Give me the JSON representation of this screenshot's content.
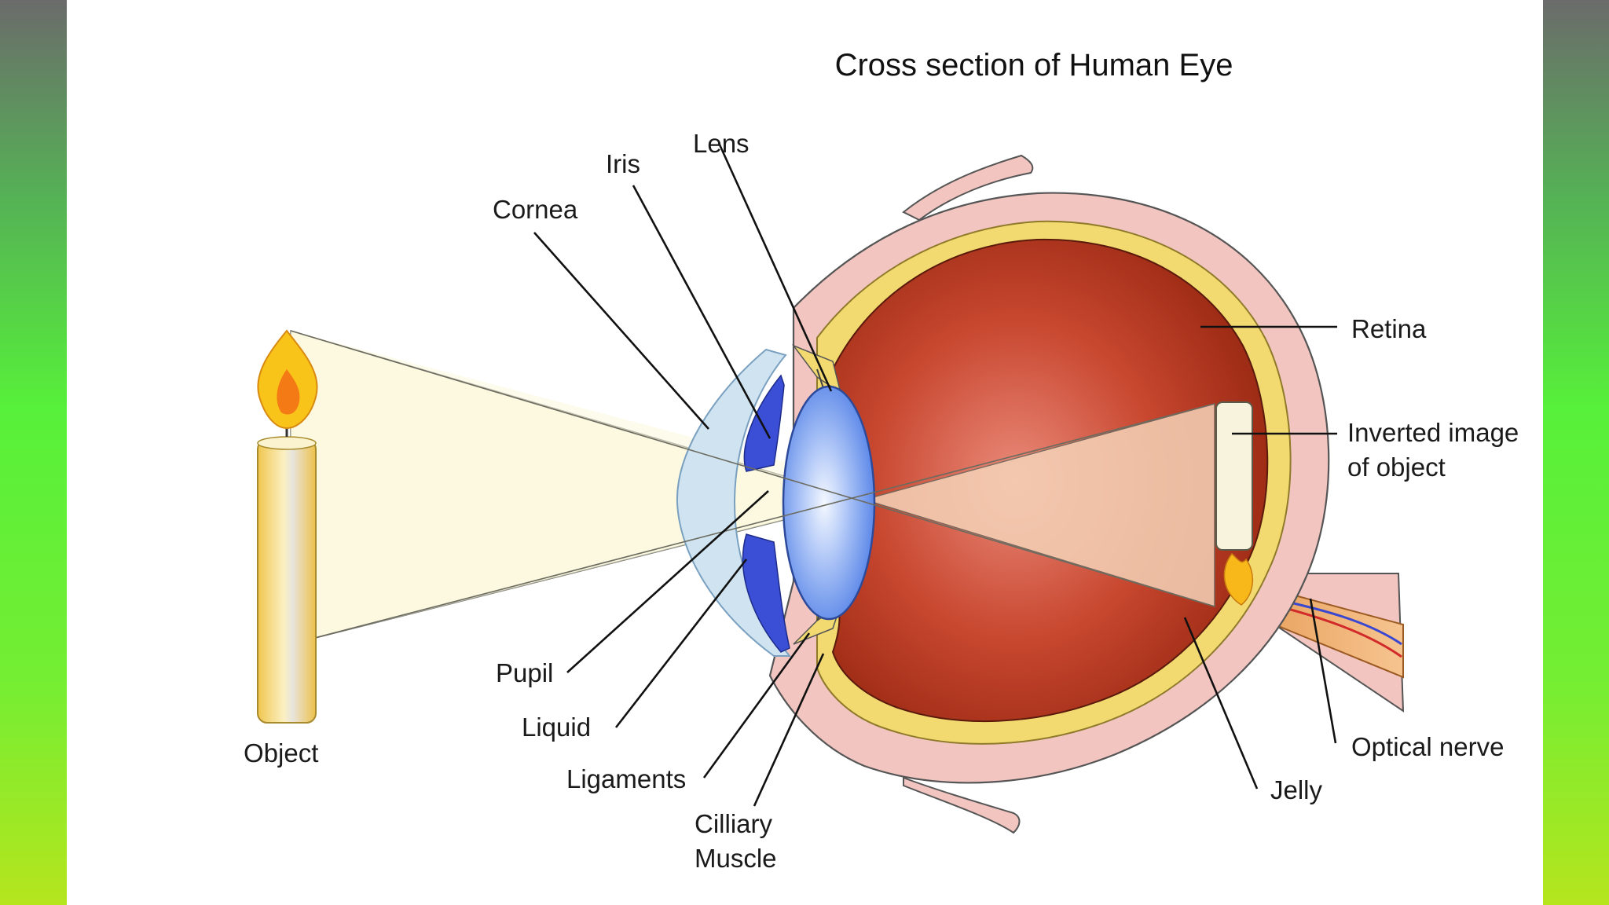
{
  "title": "Cross section of Human Eye",
  "labels": {
    "lens": "Lens",
    "iris": "Iris",
    "cornea": "Cornea",
    "retina": "Retina",
    "inverted_line1": "Inverted image",
    "inverted_line2": "of object",
    "pupil": "Pupil",
    "liquid": "Liquid",
    "ligaments": "Ligaments",
    "cilliary_line1": "Cilliary",
    "cilliary_line2": "Muscle",
    "optical_nerve": "Optical nerve",
    "jelly": "Jelly",
    "object": "Object"
  },
  "colors": {
    "side_bar_top": "#6b6b6b",
    "side_bar_mid": "#57f03a",
    "side_bar_bottom": "#b5e51d",
    "sclera": "#f2c5c0",
    "choroid": "#f2da70",
    "vitreous": "#b8321c",
    "lens": "#6e97ee",
    "iris": "#3a4fd6",
    "cornea": "#cfe3f0",
    "candle": "#f4d06a",
    "flame": "#f9b81a"
  }
}
